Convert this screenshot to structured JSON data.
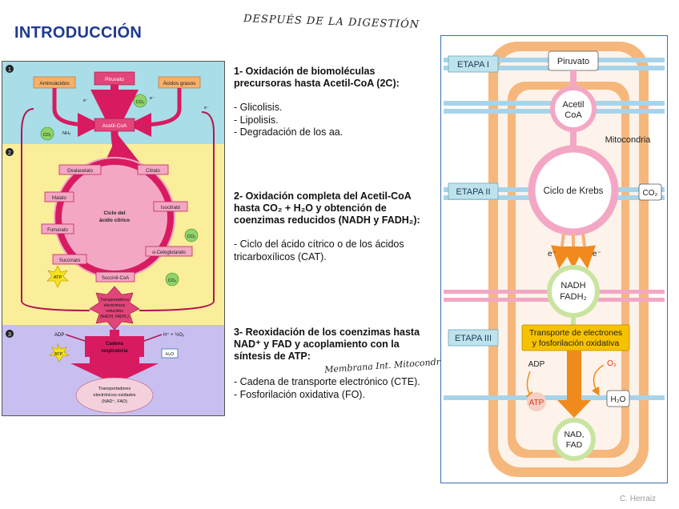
{
  "header": {
    "title": "INTRODUCCIÓN",
    "handwritten_note": "DESPUÉS DE LA DIGESTIÓN"
  },
  "left_diagram": {
    "section_numbers": [
      "1",
      "2",
      "3"
    ],
    "boxes": {
      "aminoacidos": "Aminoácidos",
      "piruvato": "Piruvato",
      "acidos_grasos": "Ácidos grasos",
      "acetil_coa": "Acetil-CoA",
      "oxalacetato": "Oxalacetato",
      "citrato": "Citrato",
      "malato": "Malato",
      "isocitrato": "Isocitrato",
      "fumarato": "Fumarato",
      "alfa_cetoglutarato": "α-Cetoglutarato",
      "succinato": "Succinato",
      "succinil_coa": "Succinil-CoA",
      "ciclo_line1": "Ciclo del",
      "ciclo_line2": "ácido cítrico",
      "transport_line1": "Transportadores",
      "transport_line2": "electrónicos",
      "transport_line3": "reducidos",
      "transport_line4": "(NADH, FADH₂)",
      "cadena_line1": "Cadena",
      "cadena_line2": "respiratoria",
      "oxid_line1": "Transportadores",
      "oxid_line2": "electrónicos oxidados",
      "oxid_line3": "(NAD⁺, FAD)"
    },
    "small_labels": {
      "co2": "CO₂",
      "nh3": "NH₃",
      "electron": "e⁻",
      "atp": "ATP",
      "adp": "ADP",
      "oxygen": "H⁺ + ½O₂",
      "water": "H₂O"
    },
    "colors": {
      "stage1_bg": "#a9dde8",
      "stage2_bg": "#fbee9a",
      "stage3_bg": "#c8bff0",
      "arrow": "#d81b60",
      "box_pink": "#f0628b",
      "box_orange": "#f6b06a",
      "co2_green": "#8fd36a"
    }
  },
  "middle": {
    "s1_title_l1": "1- Oxidación de biomoléculas",
    "s1_title_l2": "precursoras hasta Acetil-CoA (2C):",
    "s1_bullets": [
      "- Glicolisis.",
      "- Lipolisis.",
      "- Degradación de los aa."
    ],
    "s2_title_l1": "2- Oxidación completa del Acetil-CoA",
    "s2_title_l2": "hasta CO₂ + H₂O y obtención de",
    "s2_title_l3": "coenzimas reducidos (NADH y FADH₂):",
    "s2_bullets_l1": "- Ciclo del ácido cítrico o de los ácidos",
    "s2_bullets_l2": "tricarboxílicos (CAT).",
    "s3_title_l1": "3- Reoxidación de los coenzimas hasta",
    "s3_title_l2": "NAD⁺ y FAD y acoplamiento con la",
    "s3_title_l3": "síntesis de ATP:",
    "s3_handwritten": "Membrana Int. Mitocondrial.",
    "s3_bullets": [
      "- Cadena de transporte electrónico (CTE).",
      "- Fosforilación oxidativa (FO)."
    ]
  },
  "right_diagram": {
    "etapa1": "ETAPA I",
    "etapa2": "ETAPA II",
    "etapa3": "ETAPA III",
    "piruvato": "Piruvato",
    "acetil_l1": "Acetil",
    "acetil_l2": "CoA",
    "mitocondria": "Mitocondria",
    "ciclo_krebs": "Ciclo de Krebs",
    "co2": "CO₂",
    "electron": "e⁻",
    "nadh_l1": "NADH",
    "nadh_l2": "FADH₂",
    "transporte_l1": "Transporte de electrones",
    "transporte_l2": "y fosforilación oxidativa",
    "adp": "ADP",
    "atp": "ATP",
    "o2": "O₂",
    "h2o": "H₂O",
    "nad_l1": "NAD,",
    "nad_l2": "FAD",
    "colors": {
      "membrane": "#f6b77c",
      "etapa_box": "#bfe3ec",
      "pink_ring": "#f4a7c4",
      "green_ring": "#c9e4a0",
      "transport_box": "#f6c200",
      "arrow_orange": "#f08a1c"
    }
  },
  "footer": {
    "credit": "C. Herraiz"
  }
}
